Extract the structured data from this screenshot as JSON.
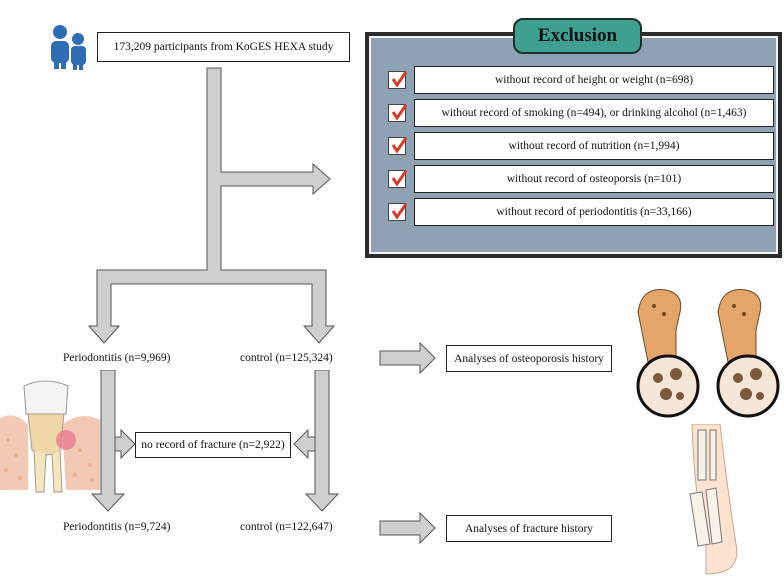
{
  "participants_label": "173,209 participants from KoGES HEXA study",
  "exclusion": {
    "title": "Exclusion",
    "items": [
      "without record of height or weight (n=698)",
      "without record of smoking (n=494), or drinking alcohol (n=1,463)",
      "without record of nutrition (n=1,994)",
      "without record of osteoporsis (n=101)",
      "without record of periodontitis (n=33,166)"
    ]
  },
  "row1": {
    "periodontitis": "Periodontitis (n=9,969)",
    "control": "control (n=125,324)",
    "analysis": "Analyses of osteoporosis history"
  },
  "middle": {
    "no_fracture": "no record of fracture (n=2,922)"
  },
  "row2": {
    "periodontitis": "Periodontitis (n=9,724)",
    "control": "control (n=122,647)",
    "analysis": "Analyses of fracture history"
  },
  "colors": {
    "exclusion_panel": "#8ea2b4",
    "exclusion_tab": "#3f9f90",
    "arrow_fill": "#cfcfcf",
    "check_red": "#d83a2a"
  }
}
